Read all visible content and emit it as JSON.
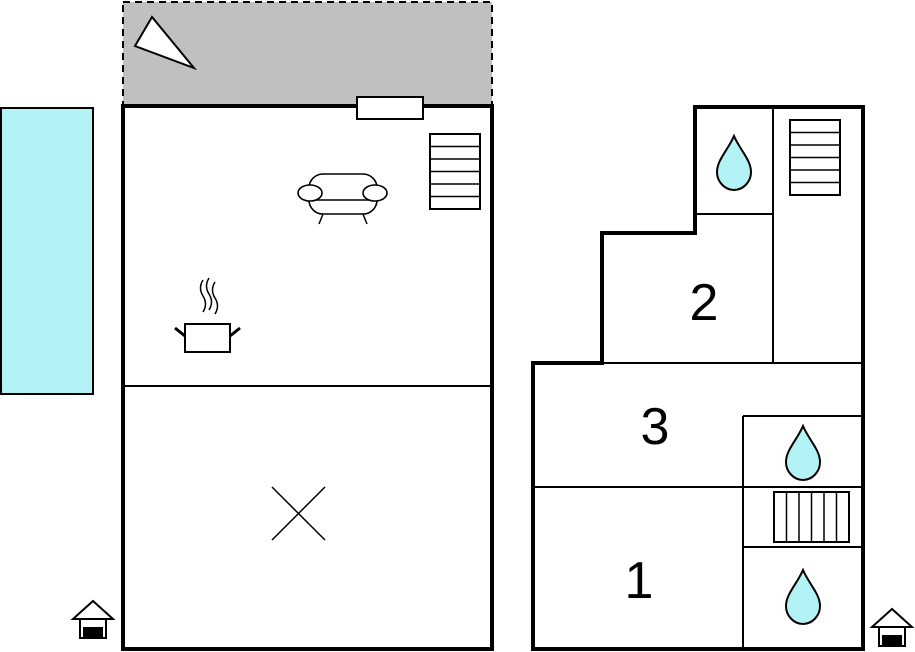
{
  "rooms": {
    "room_1": "1",
    "room_2": "2",
    "room_3": "3"
  },
  "colors": {
    "pool": "#b3f3f6",
    "terrace": "#c0c0c0",
    "water_drop": "#b3f3f6",
    "walls": "#000000"
  },
  "icons": [
    "pool",
    "terrace",
    "sofa-icon",
    "stove-icon",
    "bed-cross-icon",
    "stairs-icon",
    "water-drop-icon",
    "entrance-icon"
  ]
}
